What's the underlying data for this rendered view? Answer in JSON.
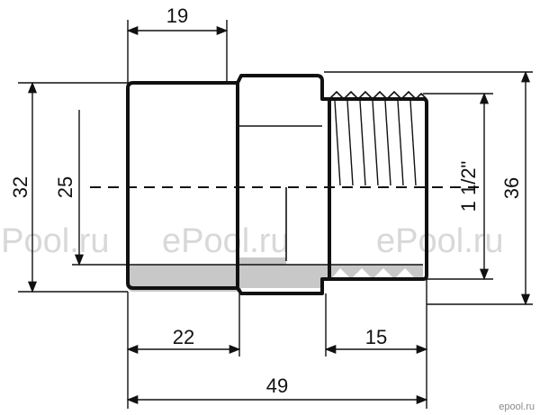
{
  "dimensions": {
    "top_width": "19",
    "left_outer_height": "32",
    "left_inner_height": "25",
    "bottom_left_length": "22",
    "bottom_right_length": "15",
    "overall_length": "49",
    "thread_size": "1 1/2\"",
    "right_height": "36"
  },
  "watermarks": [
    "ePool.ru",
    "ePool.ru",
    "ePool.ru"
  ],
  "logo": "epool.ru",
  "colors": {
    "line": "#111111",
    "section_fill": "#c8c8c8",
    "watermark": "#d8d8d8"
  }
}
